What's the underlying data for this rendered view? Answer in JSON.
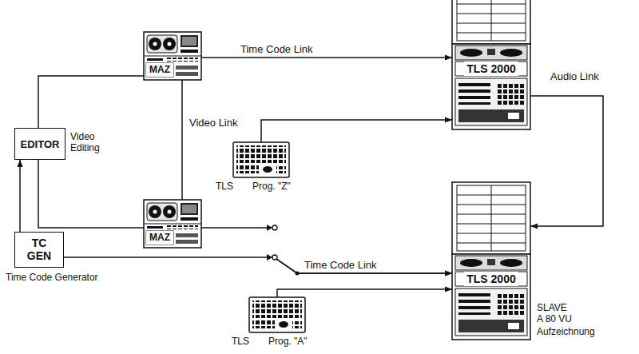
{
  "diagram": {
    "nodes": [
      {
        "text": [
          "MAZ"
        ]
      },
      {
        "text": [
          "TLS 2000"
        ]
      },
      {
        "text": [
          "EDITOR"
        ]
      },
      {
        "text": [
          "TLS",
          "Prog. \"Z\""
        ]
      },
      {
        "text": [
          "MAZ"
        ]
      },
      {
        "text": [
          "TC GEN",
          "Time Code Generator"
        ]
      },
      {
        "text": [
          "TLS 2000"
        ]
      },
      {
        "text": [
          "TLS",
          "Prog. \"A\""
        ]
      }
    ],
    "edges": [
      {
        "from": 0,
        "to": 1,
        "arrow": "to",
        "label": "Time Code Link"
      },
      {
        "from": 0,
        "to": 4,
        "arrow": "none",
        "label": "Video Link"
      },
      {
        "from": 2,
        "to": 0,
        "arrow": "none"
      },
      {
        "from": 2,
        "to": 4,
        "arrow": "none"
      },
      {
        "from": 5,
        "to": 2,
        "arrow": "to"
      },
      {
        "from": 3,
        "to": 1,
        "arrow": "to"
      },
      {
        "from": 4,
        "to": 6,
        "arrow": "to",
        "label": "Time Code Link"
      },
      {
        "from": 5,
        "to": 6,
        "arrow": "to"
      },
      {
        "from": 1,
        "to": 6,
        "arrow": "to",
        "label": "Audio Link"
      },
      {
        "from": 7,
        "to": 6,
        "arrow": "to"
      }
    ],
    "labels": [
      "Video Editing",
      "SLAVE A 80 VU",
      "Aufzeichnung"
    ]
  }
}
